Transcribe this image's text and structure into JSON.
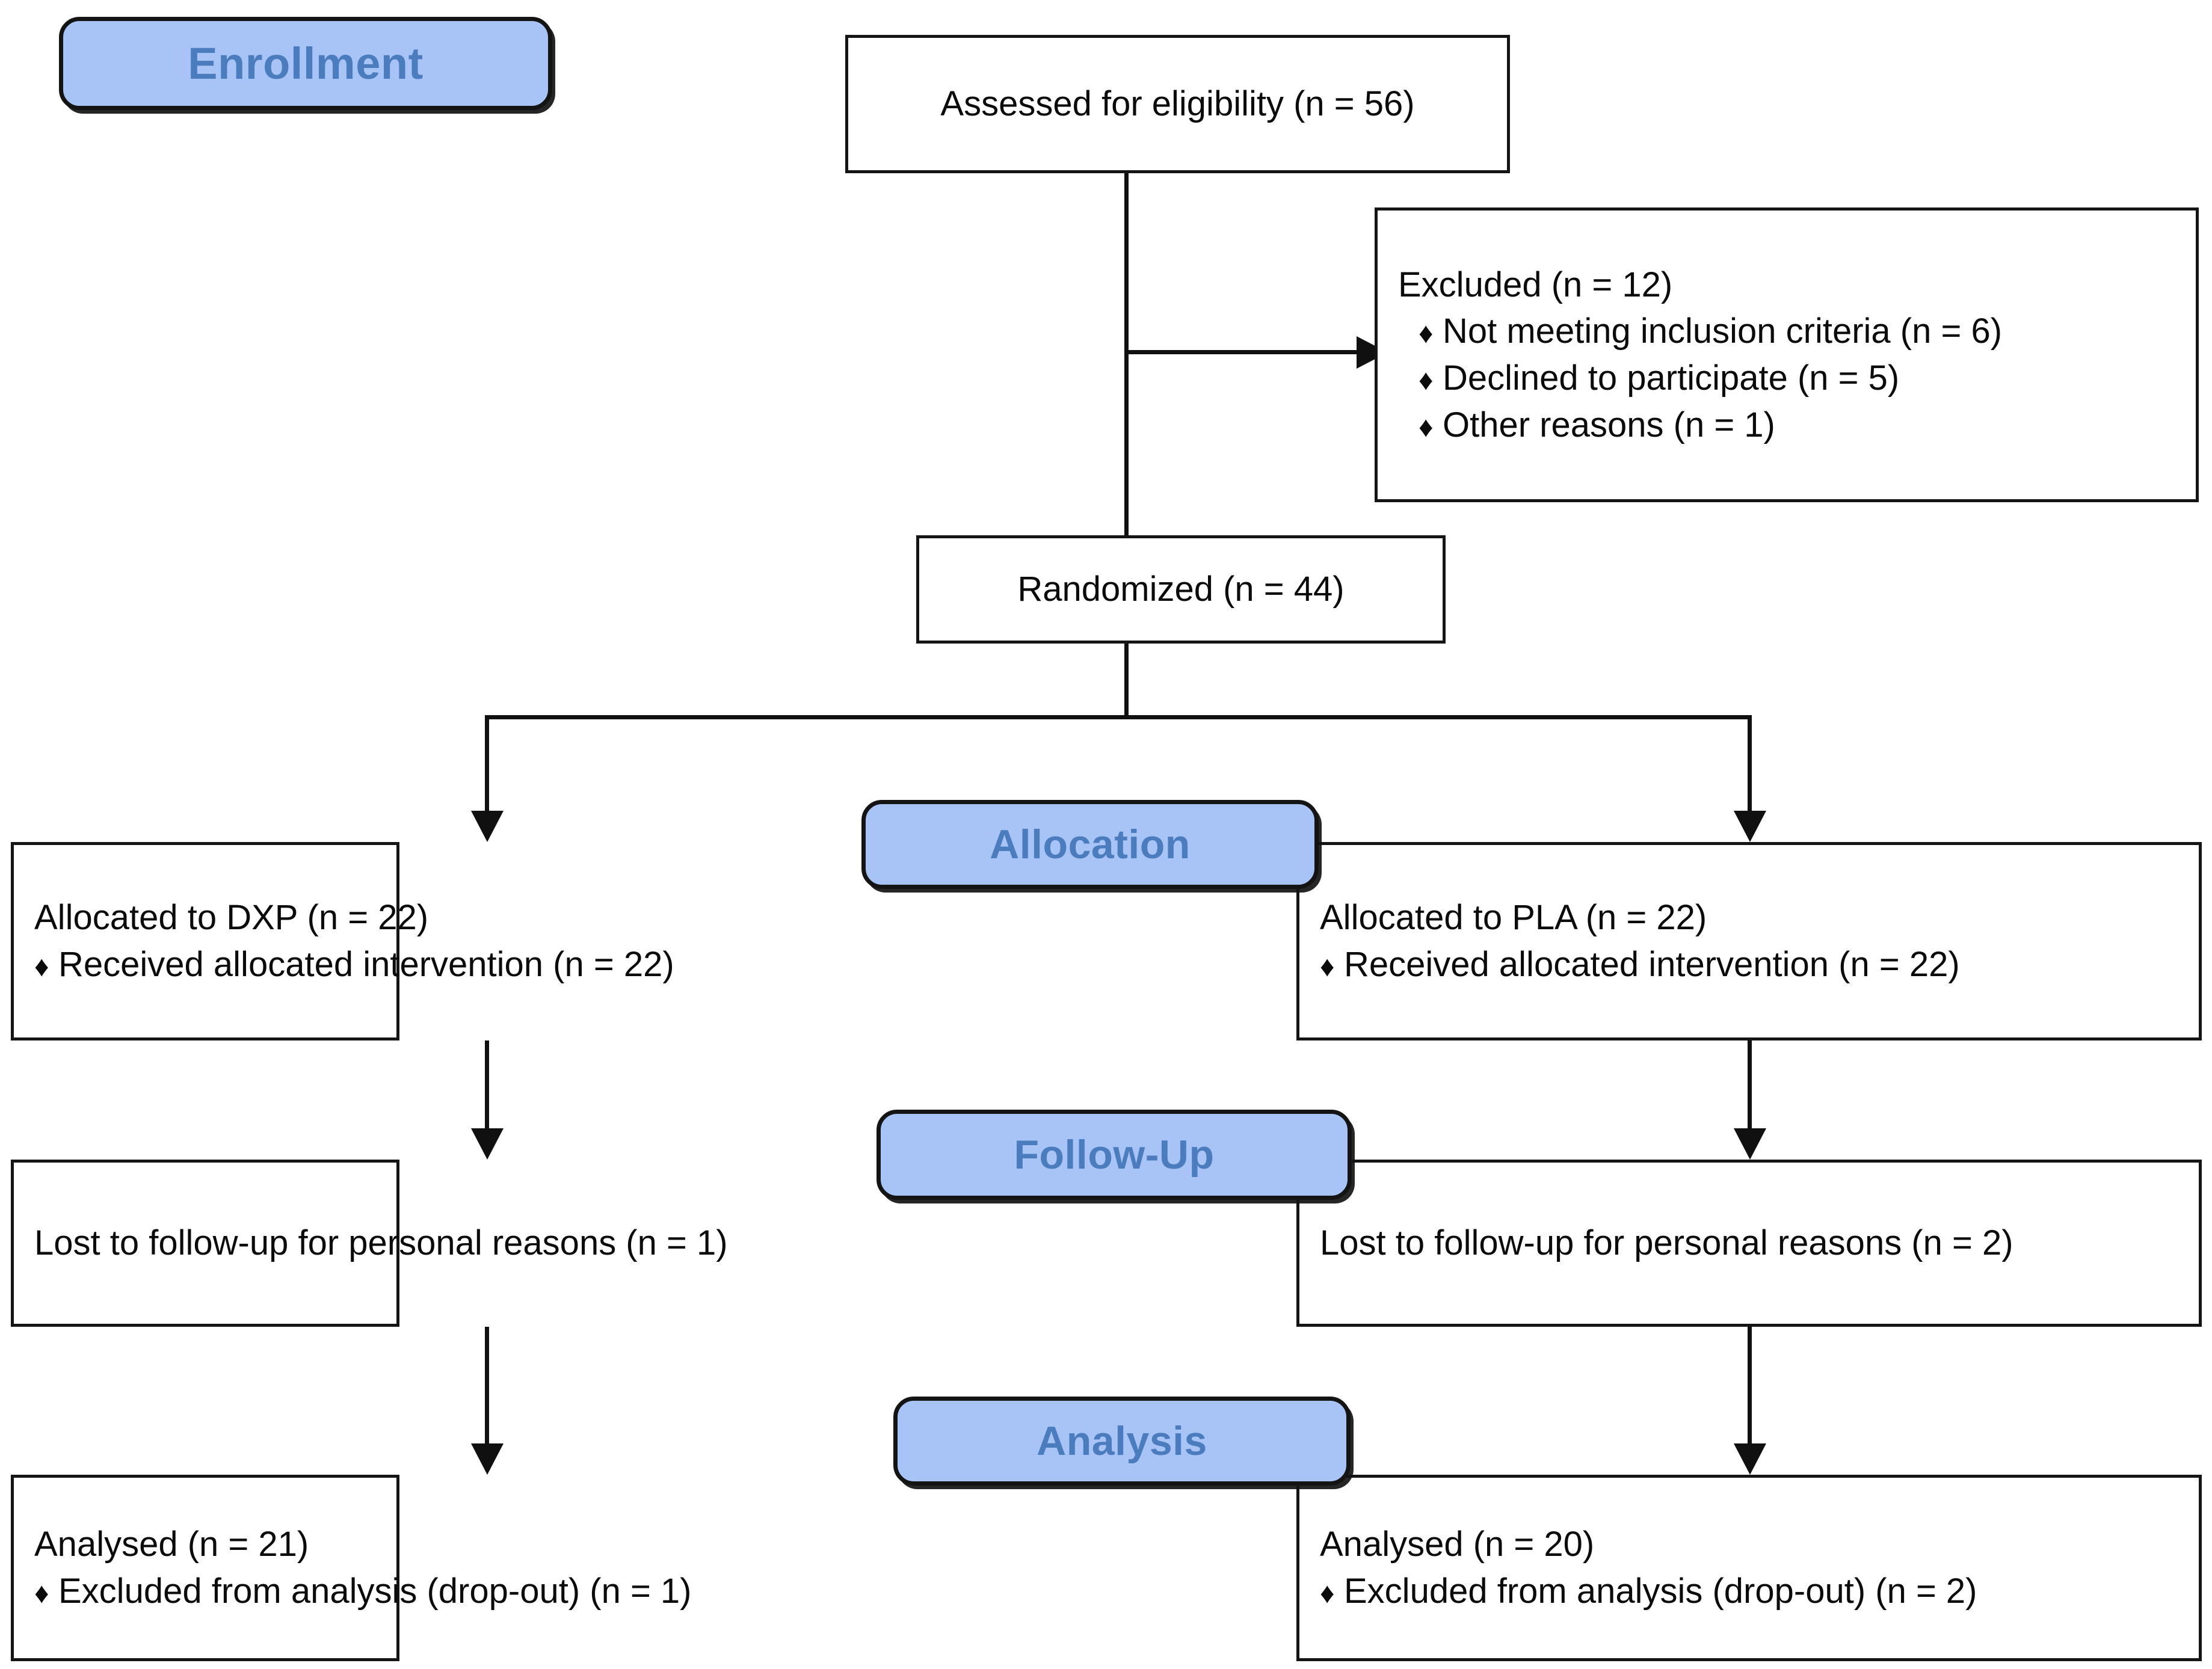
{
  "diagram": {
    "title": "CONSORT participant flow diagram",
    "colors": {
      "badge_fill": "#A8C4F7",
      "badge_text": "#4B7CBE",
      "badge_border": "#141414",
      "box_border": "#151515",
      "box_fill": "#FFFFFF",
      "connector": "#101010",
      "text": "#0B0B0B"
    },
    "bullet_glyph": "♦"
  },
  "stages": {
    "enrollment": {
      "label": "Enrollment"
    },
    "allocation": {
      "label": "Allocation"
    },
    "followup": {
      "label": "Follow-Up"
    },
    "analysis": {
      "label": "Analysis"
    }
  },
  "enrollment": {
    "assessed": {
      "text": "Assessed for eligibility (n = 56)"
    },
    "excluded": {
      "heading": "Excluded  (n = 12)",
      "reasons": [
        "Not meeting inclusion criteria (n = 6)",
        "Declined to participate (n = 5)",
        "Other reasons (n = 1)"
      ]
    },
    "randomized": {
      "text": "Randomized (n = 44)"
    }
  },
  "arms": {
    "left": {
      "allocation": {
        "heading": "Allocated to DXP (n = 22)",
        "detail": "Received allocated intervention (n = 22)"
      },
      "followup": {
        "text": "Lost to follow-up for personal reasons (n = 1)"
      },
      "analysis": {
        "heading": "Analysed (n = 21)",
        "detail": "Excluded from analysis (drop-out) (n = 1)"
      }
    },
    "right": {
      "allocation": {
        "heading": "Allocated to PLA (n = 22)",
        "detail": "Received allocated intervention (n = 22)"
      },
      "followup": {
        "text": "Lost to follow-up for personal reasons (n = 2)"
      },
      "analysis": {
        "heading": "Analysed (n = 20)",
        "detail": "Excluded from analysis (drop-out) (n = 2)"
      }
    }
  },
  "counts": {
    "assessed": 56,
    "excluded_total": 12,
    "excluded_not_meeting": 6,
    "excluded_declined": 5,
    "excluded_other": 1,
    "randomized": 44,
    "left_allocated": 22,
    "left_received": 22,
    "left_lost": 1,
    "left_analysed": 21,
    "left_excluded_analysis": 1,
    "right_allocated": 22,
    "right_received": 22,
    "right_lost": 2,
    "right_analysed": 20,
    "right_excluded_analysis": 2
  }
}
